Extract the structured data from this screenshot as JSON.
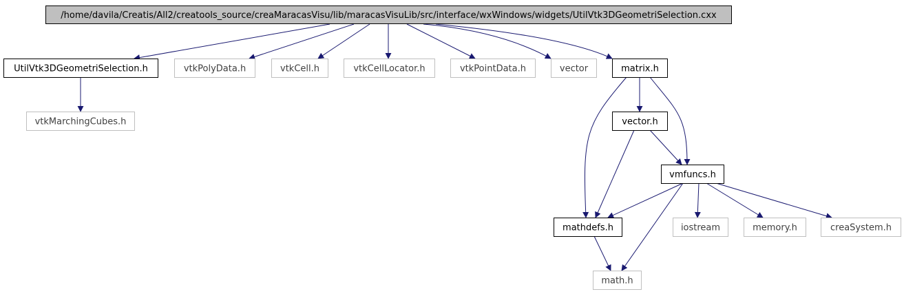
{
  "diagram": {
    "type": "include-dependency-graph",
    "colors": {
      "edge": "#191970",
      "root_fill": "#bfbfbf",
      "documented_border": "#000000",
      "external_border": "#bfbfbf"
    },
    "nodes": [
      {
        "id": "root",
        "label": "/home/davila/Creatis/All2/creatools_source/creaMaracasVisu/lib/maracasVisuLib/src/interface/wxWindows/widgets/UtilVtk3DGeometriSelection.cxx",
        "kind": "root"
      },
      {
        "id": "util_h",
        "label": "UtilVtk3DGeometriSelection.h",
        "kind": "documented"
      },
      {
        "id": "vtkpolydata",
        "label": "vtkPolyData.h",
        "kind": "external"
      },
      {
        "id": "vtkcell",
        "label": "vtkCell.h",
        "kind": "external"
      },
      {
        "id": "vtkcelllocator",
        "label": "vtkCellLocator.h",
        "kind": "external"
      },
      {
        "id": "vtkpointdata",
        "label": "vtkPointData.h",
        "kind": "external"
      },
      {
        "id": "vector",
        "label": "vector",
        "kind": "external"
      },
      {
        "id": "matrix",
        "label": "matrix.h",
        "kind": "documented"
      },
      {
        "id": "vtkmarching",
        "label": "vtkMarchingCubes.h",
        "kind": "external"
      },
      {
        "id": "vector_h",
        "label": "vector.h",
        "kind": "documented"
      },
      {
        "id": "vmfuncs",
        "label": "vmfuncs.h",
        "kind": "documented"
      },
      {
        "id": "mathdefs",
        "label": "mathdefs.h",
        "kind": "documented"
      },
      {
        "id": "iostream",
        "label": "iostream",
        "kind": "external"
      },
      {
        "id": "memory",
        "label": "memory.h",
        "kind": "external"
      },
      {
        "id": "creasystem",
        "label": "creaSystem.h",
        "kind": "external"
      },
      {
        "id": "math",
        "label": "math.h",
        "kind": "external"
      }
    ],
    "edges": [
      {
        "from": "root",
        "to": "util_h"
      },
      {
        "from": "root",
        "to": "vtkpolydata"
      },
      {
        "from": "root",
        "to": "vtkcell"
      },
      {
        "from": "root",
        "to": "vtkcelllocator"
      },
      {
        "from": "root",
        "to": "vtkpointdata"
      },
      {
        "from": "root",
        "to": "vector"
      },
      {
        "from": "root",
        "to": "matrix"
      },
      {
        "from": "util_h",
        "to": "vtkmarching"
      },
      {
        "from": "matrix",
        "to": "vector_h"
      },
      {
        "from": "matrix",
        "to": "mathdefs"
      },
      {
        "from": "matrix",
        "to": "vmfuncs"
      },
      {
        "from": "vector_h",
        "to": "mathdefs"
      },
      {
        "from": "vector_h",
        "to": "vmfuncs"
      },
      {
        "from": "vmfuncs",
        "to": "mathdefs"
      },
      {
        "from": "vmfuncs",
        "to": "iostream"
      },
      {
        "from": "vmfuncs",
        "to": "memory"
      },
      {
        "from": "vmfuncs",
        "to": "creasystem"
      },
      {
        "from": "vmfuncs",
        "to": "math"
      },
      {
        "from": "mathdefs",
        "to": "math"
      }
    ]
  }
}
